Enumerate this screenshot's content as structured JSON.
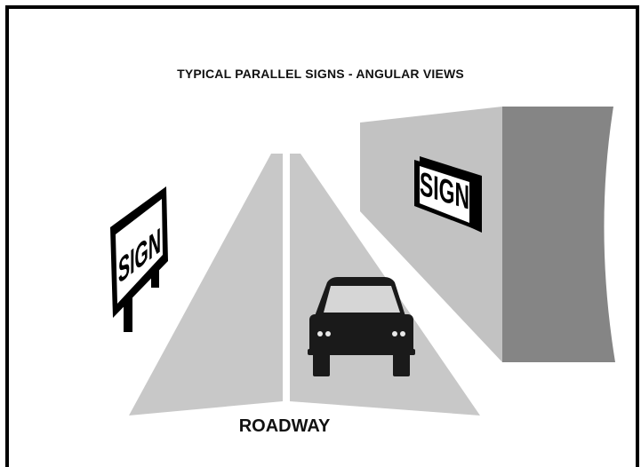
{
  "title": "TYPICAL PARALLEL SIGNS - ANGULAR VIEWS",
  "roadway_label": "ROADWAY",
  "left_sign_text": "SIGN",
  "building_sign_text": "SIGN",
  "colors": {
    "frame": "#000000",
    "road": "#c8c8c8",
    "building_front": "#c2c2c2",
    "building_side": "#858585",
    "car_body": "#1a1a1a",
    "car_window": "#d6d6d6"
  }
}
